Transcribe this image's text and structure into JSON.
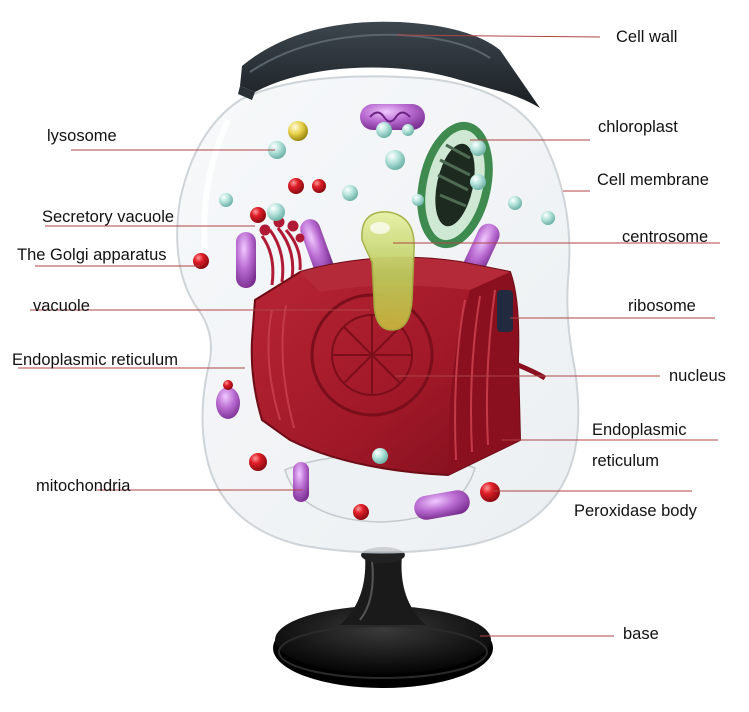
{
  "labels": {
    "cell_wall": "Cell wall",
    "lysosome": "lysosome",
    "chloroplast": "chloroplast",
    "cell_membrane": "Cell membrane",
    "secretory_vacuole": "Secretory vacuole",
    "golgi": "The Golgi apparatus",
    "centrosome": "centrosome",
    "vacuole": "vacuole",
    "ribosome": "ribosome",
    "er_left": "Endoplasmic reticulum",
    "nucleus": "nucleus",
    "er_right_line1": "Endoplasmic",
    "er_right_line2": "reticulum",
    "mitochondria": "mitochondria",
    "peroxidase": "Peroxidase body",
    "base": "base"
  },
  "colors": {
    "leader_line": "#b04545",
    "nucleus": "#a01828",
    "cell_wall": "#252b30",
    "mitochondria": "#a45bb8",
    "chloroplast": "#3e8a4f",
    "centrosome": "#c8d76a",
    "lysosome": "#a8dcd4",
    "peroxidase": "#c9101c",
    "base": "#111111"
  }
}
